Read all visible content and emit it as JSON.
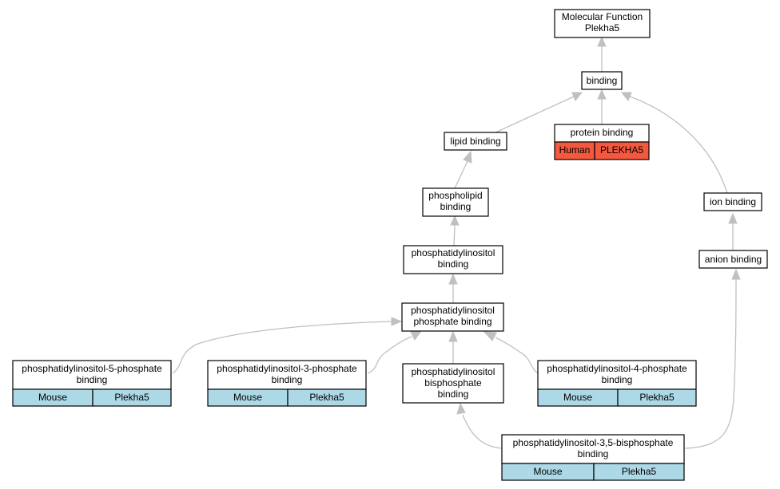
{
  "colors": {
    "mouse_cell": "#add8e6",
    "human_cell": "#f4583e",
    "edge": "#c0c0c0"
  },
  "nodes": {
    "root": {
      "line1": "Molecular Function",
      "line2": "Plekha5"
    },
    "binding": {
      "line1": "binding"
    },
    "lipid_binding": {
      "line1": "lipid binding"
    },
    "protein_binding": {
      "line1": "protein binding",
      "species": "Human",
      "gene": "PLEKHA5"
    },
    "ion_binding": {
      "line1": "ion binding"
    },
    "anion_binding": {
      "line1": "anion binding"
    },
    "phospholipid_binding": {
      "line1": "phospholipid",
      "line2": "binding"
    },
    "pi_binding": {
      "line1": "phosphatidylinositol",
      "line2": "binding"
    },
    "pip_binding": {
      "line1": "phosphatidylinositol",
      "line2": "phosphate binding"
    },
    "pi5p_binding": {
      "line1": "phosphatidylinositol-5-phosphate",
      "line2": "binding",
      "species": "Mouse",
      "gene": "Plekha5"
    },
    "pi3p_binding": {
      "line1": "phosphatidylinositol-3-phosphate",
      "line2": "binding",
      "species": "Mouse",
      "gene": "Plekha5"
    },
    "pibp_binding": {
      "line1": "phosphatidylinositol",
      "line2": "bisphosphate",
      "line3": "binding"
    },
    "pi4p_binding": {
      "line1": "phosphatidylinositol-4-phosphate",
      "line2": "binding",
      "species": "Mouse",
      "gene": "Plekha5"
    },
    "pi35bp_binding": {
      "line1": "phosphatidylinositol-3,5-bisphosphate",
      "line2": "binding",
      "species": "Mouse",
      "gene": "Plekha5"
    }
  }
}
